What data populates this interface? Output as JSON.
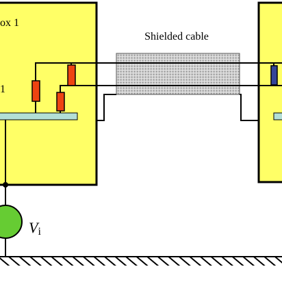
{
  "labels": {
    "box1": "ox 1",
    "box1_inner": "1",
    "cable": "Shielded cable",
    "source_symbol": "V",
    "source_subscript": "i"
  },
  "colors": {
    "box_fill": "#ffff66",
    "ground_plate": "#b3dfd6",
    "resistor_red": "#ee4411",
    "resistor_blue": "#334499",
    "source_fill": "#66cc33",
    "shield": "#c8c8c8"
  }
}
